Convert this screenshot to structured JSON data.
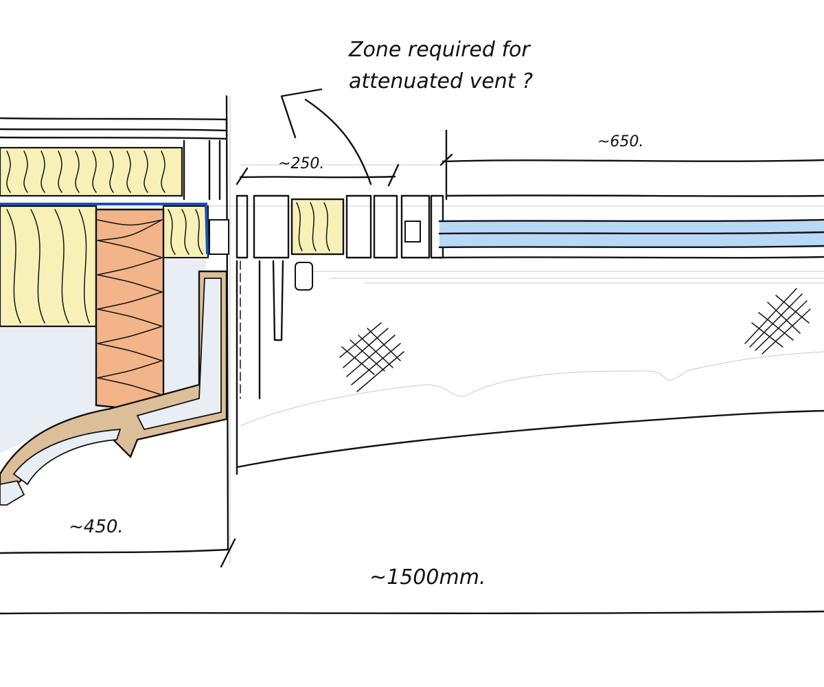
{
  "annotations": {
    "vent_note_line1": "Zone required for",
    "vent_note_line2": "attenuated vent ?",
    "dim_overall": "~1500mm.",
    "dim_left": "~450.",
    "dim_right": "~650.",
    "dim_vent": "~250."
  },
  "colors": {
    "insulation_fill": "#f7f1b8",
    "orange_insulation": "#f3b489",
    "blue_membrane": "#1a4fb8",
    "glazing_blue": "#b8d9f5",
    "frame_timber": "#dcbf98",
    "pale_blue_void": "#e8eef4",
    "ink": "#111111"
  }
}
